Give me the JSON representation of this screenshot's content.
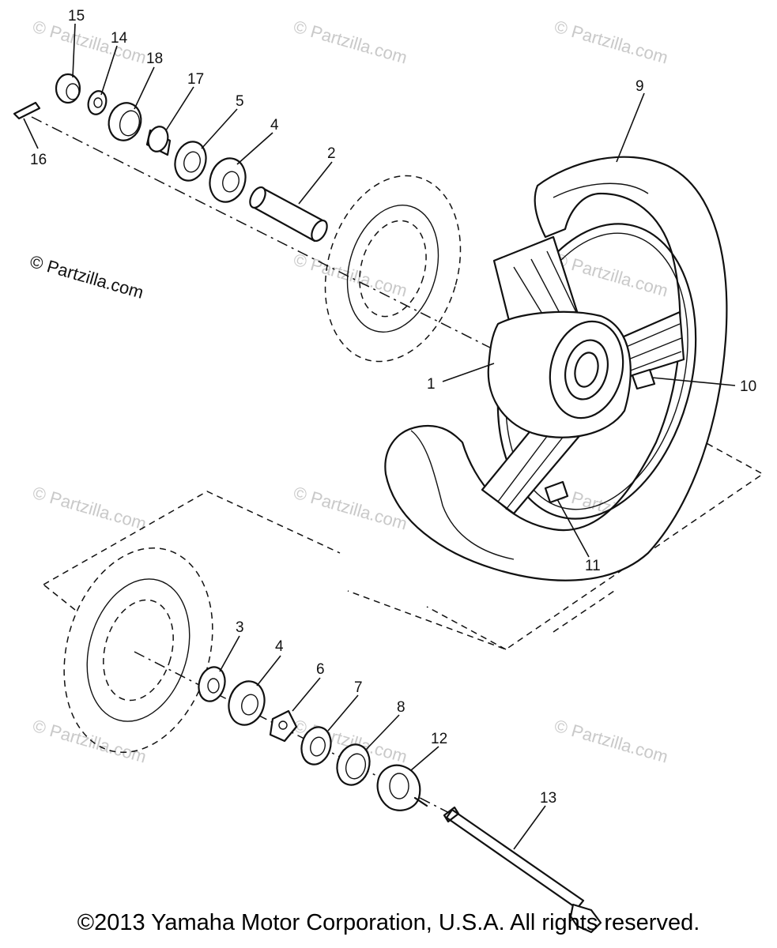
{
  "diagram": {
    "callouts": [
      "15",
      "14",
      "18",
      "17",
      "5",
      "4",
      "16",
      "2",
      "9",
      "10",
      "1",
      "11",
      "3",
      "4",
      "6",
      "7",
      "8",
      "12",
      "13"
    ]
  },
  "watermarks": {
    "repeated_text": "© Partzilla.com",
    "side_text": "© Partzilla.com"
  },
  "footer": {
    "copyright": "©2013  Yamaha Motor Corporation, U.S.A. All rights reserved."
  }
}
